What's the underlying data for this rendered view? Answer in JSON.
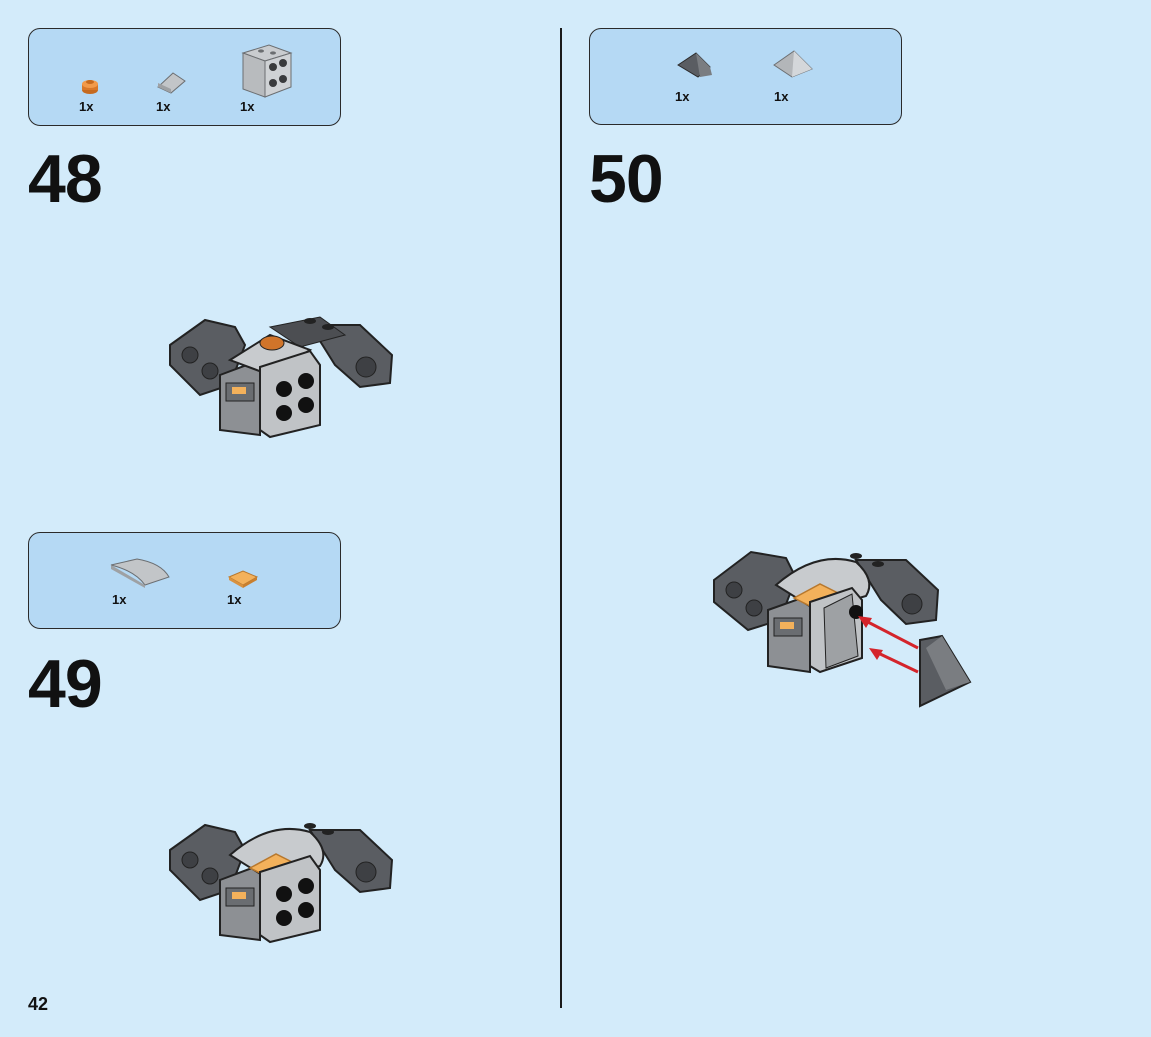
{
  "page_number": "42",
  "steps": [
    {
      "number": "48",
      "parts": [
        {
          "qty": "1x",
          "icon": "orange-round-plate-icon"
        },
        {
          "qty": "1x",
          "icon": "grey-slope-icon"
        },
        {
          "qty": "1x",
          "icon": "grey-bracket-icon"
        }
      ]
    },
    {
      "number": "49",
      "parts": [
        {
          "qty": "1x",
          "icon": "grey-curved-slope-icon"
        },
        {
          "qty": "1x",
          "icon": "orange-pyramid-tile-icon"
        }
      ]
    },
    {
      "number": "50",
      "parts": [
        {
          "qty": "1x",
          "icon": "dark-grey-slope-icon"
        },
        {
          "qty": "1x",
          "icon": "grey-pyramid-slope-icon"
        }
      ]
    }
  ],
  "colors": {
    "background": "#d3ebfa",
    "parts_box": "#b5d9f4",
    "dark_grey": "#5a5d62",
    "light_grey": "#bfc2c4",
    "orange": "#f3b15b",
    "arrow_red": "#d4242b"
  }
}
